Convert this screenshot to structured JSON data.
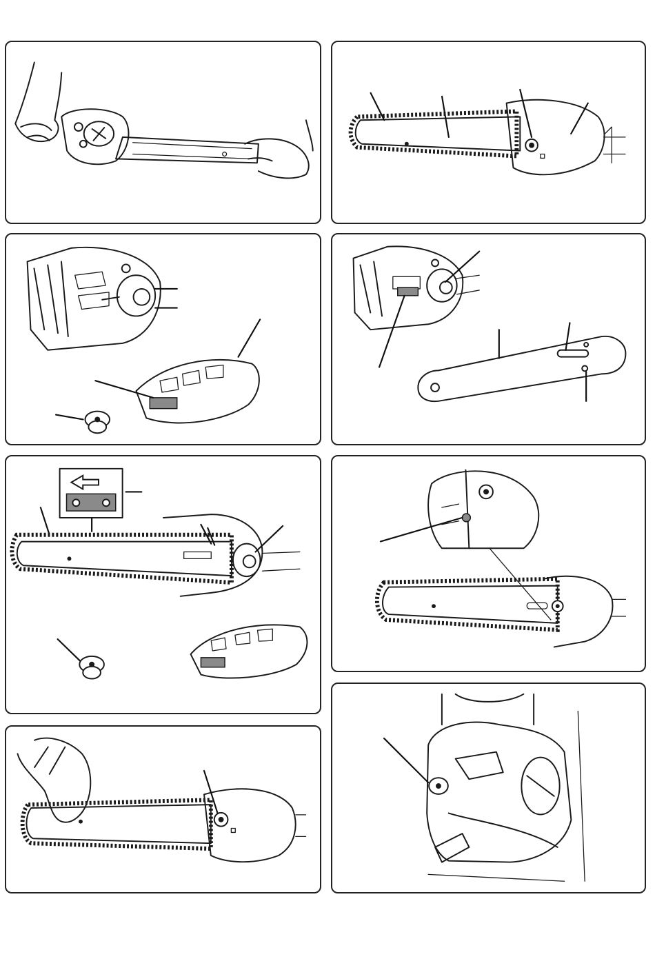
{
  "panels": [
    {
      "id": "fig1",
      "subject": "hand-removing-bar-from-head"
    },
    {
      "id": "fig2",
      "subject": "assembled-bar-and-chain"
    },
    {
      "id": "fig3",
      "subject": "drive-sprocket-and-cover"
    },
    {
      "id": "fig4",
      "subject": "bar-mounting-studs"
    },
    {
      "id": "fig5",
      "subject": "chain-direction-install"
    },
    {
      "id": "fig6",
      "subject": "chain-tension-screw-detail"
    },
    {
      "id": "fig7",
      "subject": "checking-chain-tension"
    },
    {
      "id": "fig8",
      "subject": "carburetor-adjustment"
    }
  ],
  "colors": {
    "ink": "#1a1a1a",
    "border": "#222222",
    "gray": "#8a8a8a",
    "background": "#ffffff"
  }
}
